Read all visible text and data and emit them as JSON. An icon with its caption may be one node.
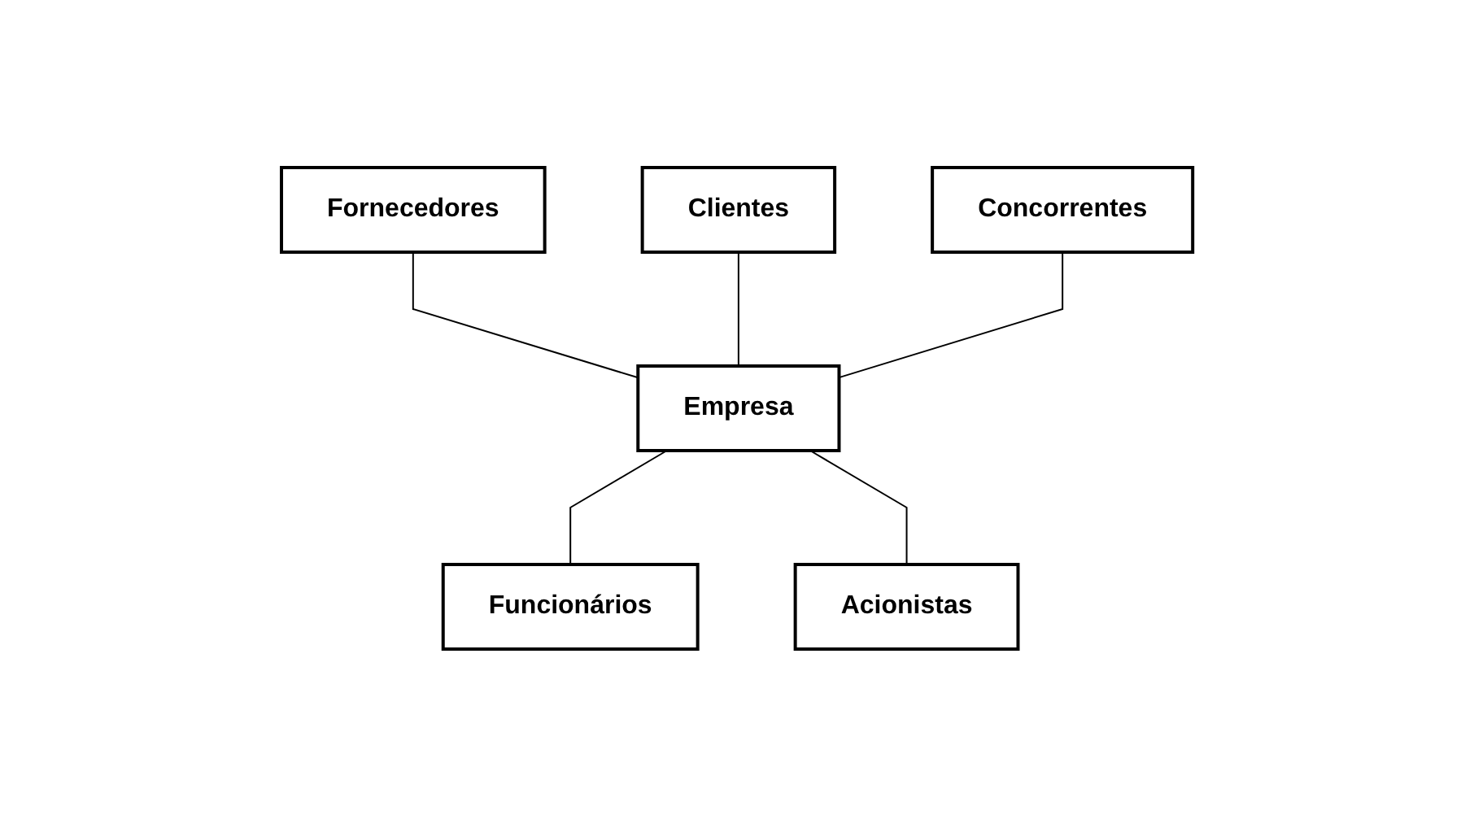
{
  "diagram": {
    "nodes": [
      {
        "text": [
          "Clientes"
        ]
      },
      {
        "text": [
          "Fornecedores"
        ]
      },
      {
        "text": [
          "Concorrentes"
        ]
      },
      {
        "text": [
          "Empresa"
        ]
      },
      {
        "text": [
          "Funcionários"
        ]
      },
      {
        "text": [
          "Acionistas"
        ]
      }
    ],
    "edges": [
      {
        "from": 1,
        "to": 3,
        "arrow": "none"
      },
      {
        "from": 0,
        "to": 3,
        "arrow": "none"
      },
      {
        "from": 2,
        "to": 3,
        "arrow": "none"
      },
      {
        "from": 3,
        "to": 4,
        "arrow": "none"
      },
      {
        "from": 3,
        "to": 5,
        "arrow": "none"
      }
    ]
  }
}
